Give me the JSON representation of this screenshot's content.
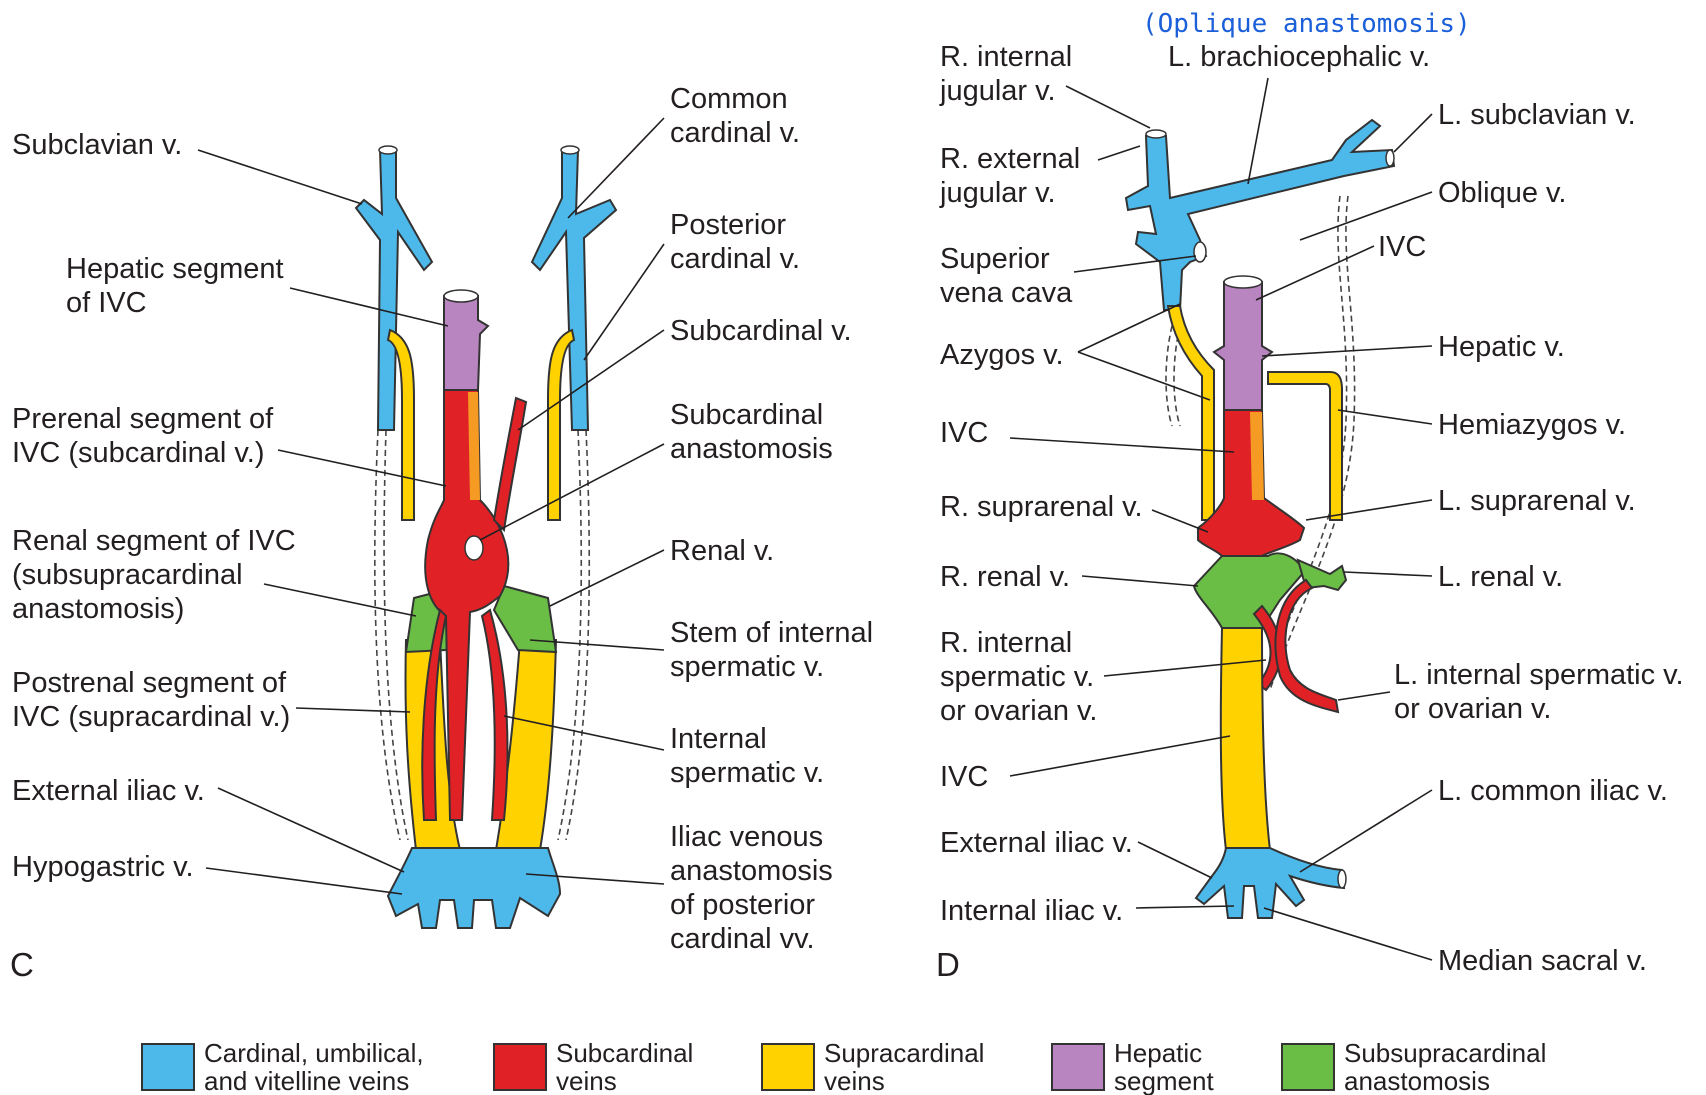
{
  "annotation": "(Oplique anastomosis)",
  "panels": {
    "c": "C",
    "d": "D"
  },
  "colors": {
    "cardinal": "#4db8ea",
    "subcardinal": "#e02227",
    "supracardinal": "#ffd200",
    "hepatic": "#b985c0",
    "subsupracardinal": "#6abd45",
    "orange": "#f59a23"
  },
  "left_labels": {
    "subclavian": "Subclavian v.",
    "hepatic_seg_1": "Hepatic segment",
    "hepatic_seg_2": "of IVC",
    "prerenal_1": "Prerenal segment of",
    "prerenal_2": "IVC (subcardinal v.)",
    "renal_seg_1": "Renal segment of IVC",
    "renal_seg_2": "(subsupracardinal",
    "renal_seg_3": "anastomosis)",
    "postrenal_1": "Postrenal segment of",
    "postrenal_2": "IVC (supracardinal v.)",
    "external_iliac": "External iliac v.",
    "hypogastric": "Hypogastric v.",
    "common_cardinal_1": "Common",
    "common_cardinal_2": "cardinal v.",
    "posterior_cardinal_1": "Posterior",
    "posterior_cardinal_2": "cardinal v.",
    "subcardinal": "Subcardinal v.",
    "subcardinal_anast_1": "Subcardinal",
    "subcardinal_anast_2": "anastomosis",
    "renal": "Renal v.",
    "stem_1": "Stem of internal",
    "stem_2": "spermatic v.",
    "internal_spermatic_1": "Internal",
    "internal_spermatic_2": "spermatic v.",
    "iliac_anast_1": "Iliac venous",
    "iliac_anast_2": "anastomosis",
    "iliac_anast_3": "of posterior",
    "iliac_anast_4": "cardinal vv."
  },
  "right_labels": {
    "r_int_jugular_1": "R. internal",
    "r_int_jugular_2": "jugular v.",
    "r_ext_jugular_1": "R. external",
    "r_ext_jugular_2": "jugular v.",
    "svc_1": "Superior",
    "svc_2": "vena cava",
    "azygos": "Azygos v.",
    "ivc_upper": "IVC",
    "r_suprarenal": "R. suprarenal v.",
    "r_renal": "R. renal v.",
    "r_int_sperm_1": "R. internal",
    "r_int_sperm_2": "spermatic v.",
    "r_int_sperm_3": "or ovarian v.",
    "ivc_lower": "IVC",
    "external_iliac": "External iliac v.",
    "internal_iliac": "Internal iliac v.",
    "l_brachio": "L. brachiocephalic v.",
    "l_subclavian": "L. subclavian v.",
    "oblique": "Oblique v.",
    "ivc_top": "IVC",
    "hepatic": "Hepatic v.",
    "hemiazygos": "Hemiazygos v.",
    "l_suprarenal": "L. suprarenal v.",
    "l_renal": "L. renal v.",
    "l_int_sperm_1": "L. internal spermatic v.",
    "l_int_sperm_2": "or ovarian v.",
    "l_common_iliac": "L. common iliac v.",
    "median_sacral": "Median sacral v."
  },
  "legend": [
    {
      "line1": "Cardinal, umbilical,",
      "line2": "and vitelline veins",
      "color": "#4db8ea"
    },
    {
      "line1": "Subcardinal",
      "line2": "veins",
      "color": "#e02227"
    },
    {
      "line1": "Supracardinal",
      "line2": "veins",
      "color": "#ffd200"
    },
    {
      "line1": "Hepatic",
      "line2": "segment",
      "color": "#b985c0"
    },
    {
      "line1": "Subsupracardinal",
      "line2": "anastomosis",
      "color": "#6abd45"
    }
  ]
}
